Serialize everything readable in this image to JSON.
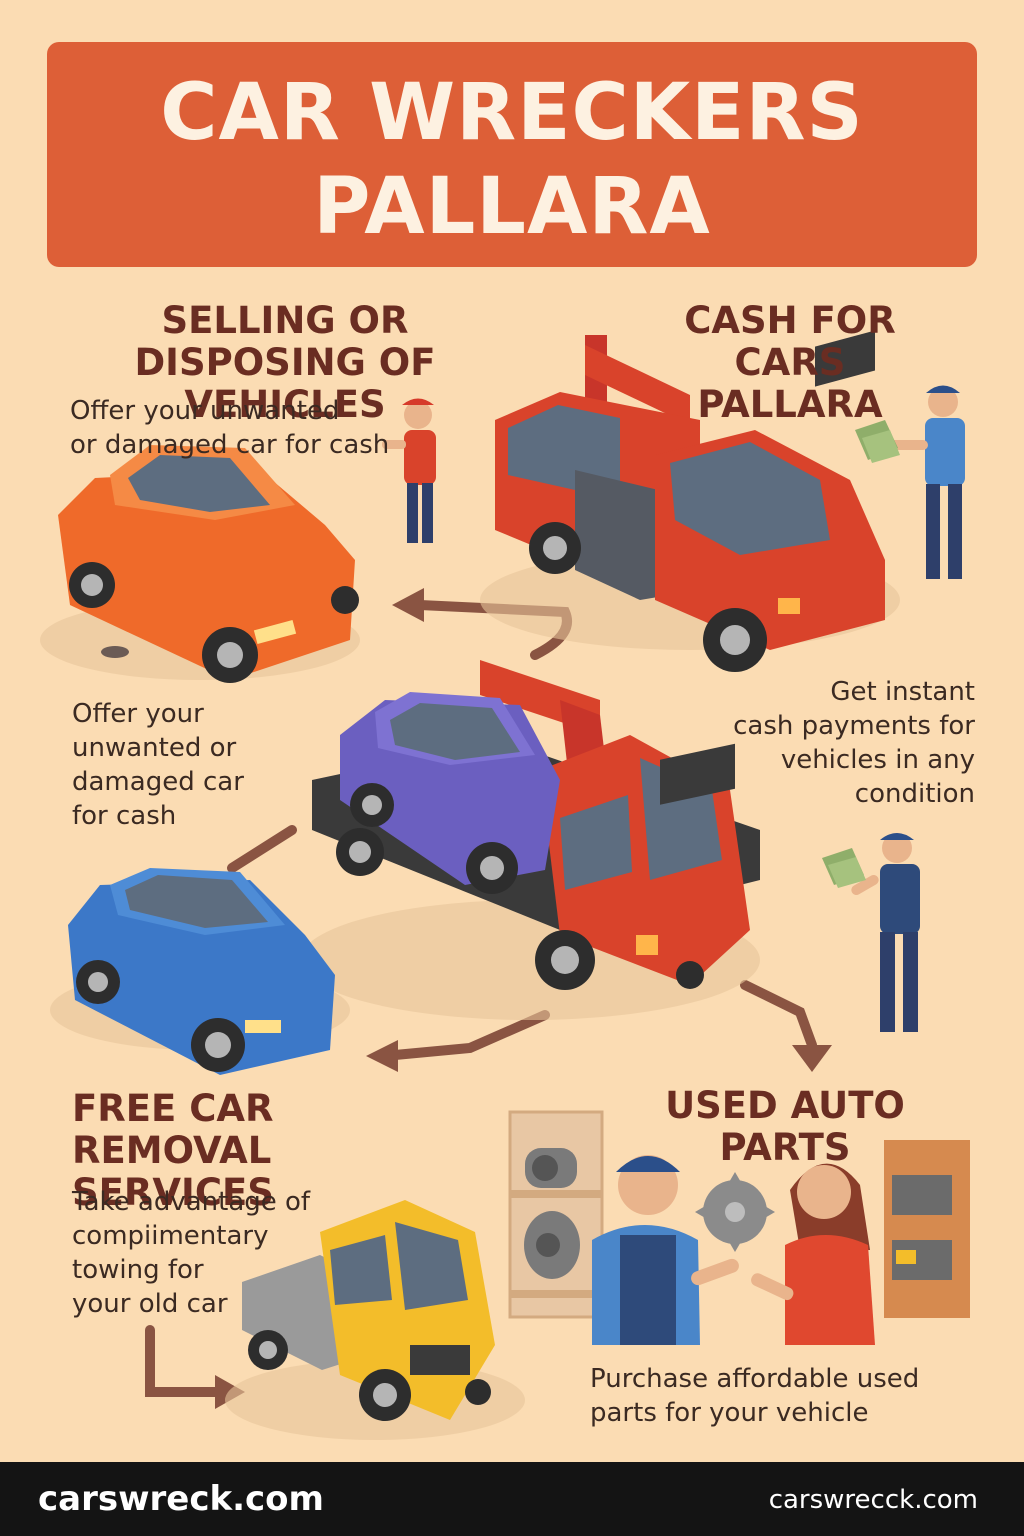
{
  "banner": {
    "line1": "CAR WRECKERS",
    "line2": "PALLARA"
  },
  "sections": {
    "selling": {
      "heading_line1": "SELLING OR",
      "heading_line2": "DISPOSING OF VEHICLES",
      "text_line1": "Offer your unwanted",
      "text_line2": "or damaged car for cash"
    },
    "cash": {
      "heading_line1": "CASH FOR CARS",
      "heading_line2": "PALLARA",
      "text_line1": "Get instant",
      "text_line2": "cash payments for",
      "text_line3": "vehicles in any",
      "text_line4": "condition"
    },
    "offer_left": {
      "text_line1": "Offer your",
      "text_line2": "unwanted or",
      "text_line3": "damaged car",
      "text_line4": "for cash"
    },
    "removal": {
      "heading_line1": "FREE CAR",
      "heading_line2": "REMOVAL SERVICES",
      "text_line1": "Take advantage of",
      "text_line2": "compiimentary",
      "text_line3": "towing for",
      "text_line4": "your old car"
    },
    "parts": {
      "heading": "USED AUTO PARTS",
      "text_line1": "Purchase affordable used",
      "text_line2": "parts for your vehicle"
    }
  },
  "footer": {
    "brand": "carswreck.com",
    "url": "carswrecck.com"
  },
  "colors": {
    "background": "#fbdcb3",
    "banner": "#dd5f37",
    "heading": "#6a2d22",
    "orange_car": "#ef6a2a",
    "red_truck": "#d9432b",
    "purple_car": "#6b5fc0",
    "blue_car": "#3c78c8",
    "yellow_truck": "#f3bd2a",
    "arrow": "#8a5442",
    "footer": "#141414"
  },
  "icons": [
    "orange-sedan-icon",
    "red-tow-truck-icon",
    "purple-sedan-icon",
    "red-flatbed-truck-icon",
    "blue-sedan-icon",
    "yellow-flatbed-truck-icon",
    "worker-icon",
    "cash-icon",
    "gear-icon",
    "tire-icon",
    "shelf-icon",
    "arrow-icon"
  ]
}
